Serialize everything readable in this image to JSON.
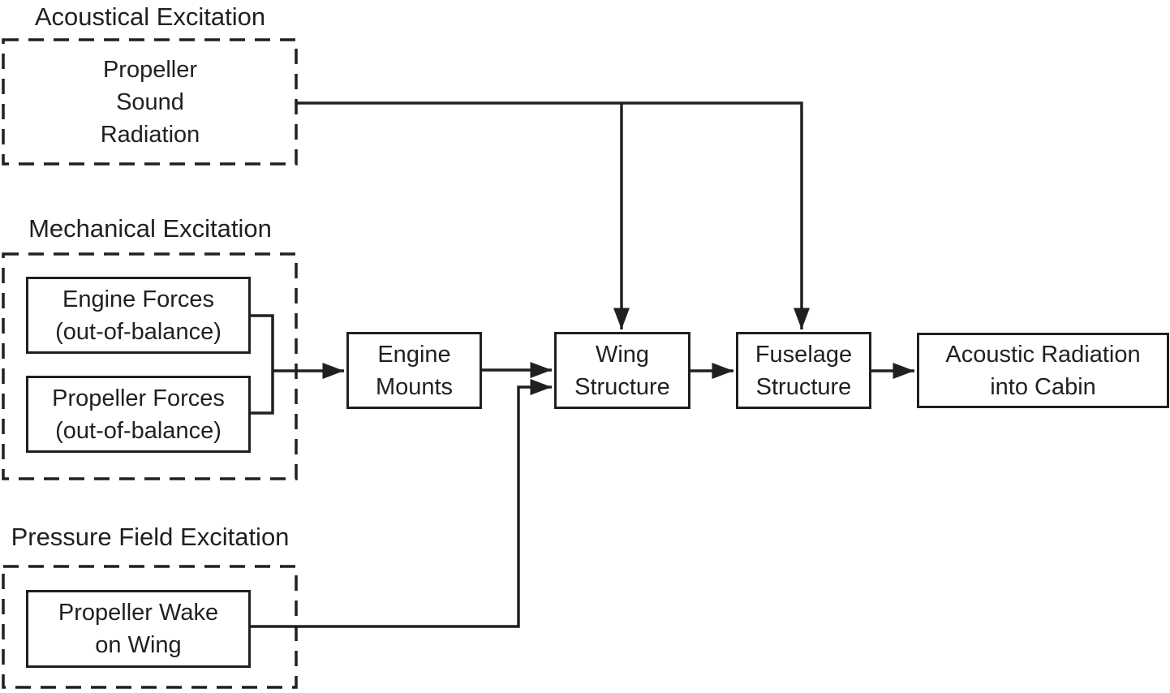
{
  "diagram": {
    "groups": {
      "acoustical": {
        "label": "Acoustical Excitation"
      },
      "mechanical": {
        "label": "Mechanical Excitation"
      },
      "pressure": {
        "label": "Pressure Field Excitation"
      }
    },
    "nodes": {
      "propeller_sound": {
        "label": "Propeller Sound Radiation",
        "lines": [
          "Propeller",
          "Sound",
          "Radiation"
        ]
      },
      "engine_forces": {
        "label": "Engine Forces (out-of-balance)",
        "lines": [
          "Engine Forces",
          "(out-of-balance)"
        ]
      },
      "propeller_forces": {
        "label": "Propeller Forces (out-of-balance)",
        "lines": [
          "Propeller Forces",
          "(out-of-balance)"
        ]
      },
      "engine_mounts": {
        "label": "Engine Mounts",
        "lines": [
          "Engine",
          "Mounts"
        ]
      },
      "wing_structure": {
        "label": "Wing Structure",
        "lines": [
          "Wing",
          "Structure"
        ]
      },
      "fuselage_structure": {
        "label": "Fuselage Structure",
        "lines": [
          "Fuselage",
          "Structure"
        ]
      },
      "acoustic_radiation": {
        "label": "Acoustic Radiation into Cabin",
        "lines": [
          "Acoustic Radiation",
          "into Cabin"
        ]
      },
      "propeller_wake": {
        "label": "Propeller Wake on Wing",
        "lines": [
          "Propeller Wake",
          "on Wing"
        ]
      }
    },
    "edges": [
      {
        "from": "propeller_sound",
        "to": "wing_structure"
      },
      {
        "from": "propeller_sound",
        "to": "fuselage_structure"
      },
      {
        "from": "engine_forces",
        "to": "engine_mounts"
      },
      {
        "from": "propeller_forces",
        "to": "engine_mounts"
      },
      {
        "from": "engine_mounts",
        "to": "wing_structure"
      },
      {
        "from": "propeller_wake",
        "to": "wing_structure"
      },
      {
        "from": "wing_structure",
        "to": "fuselage_structure"
      },
      {
        "from": "fuselage_structure",
        "to": "acoustic_radiation"
      }
    ],
    "colors": {
      "ink": "#231f20",
      "background": "#ffffff"
    }
  }
}
